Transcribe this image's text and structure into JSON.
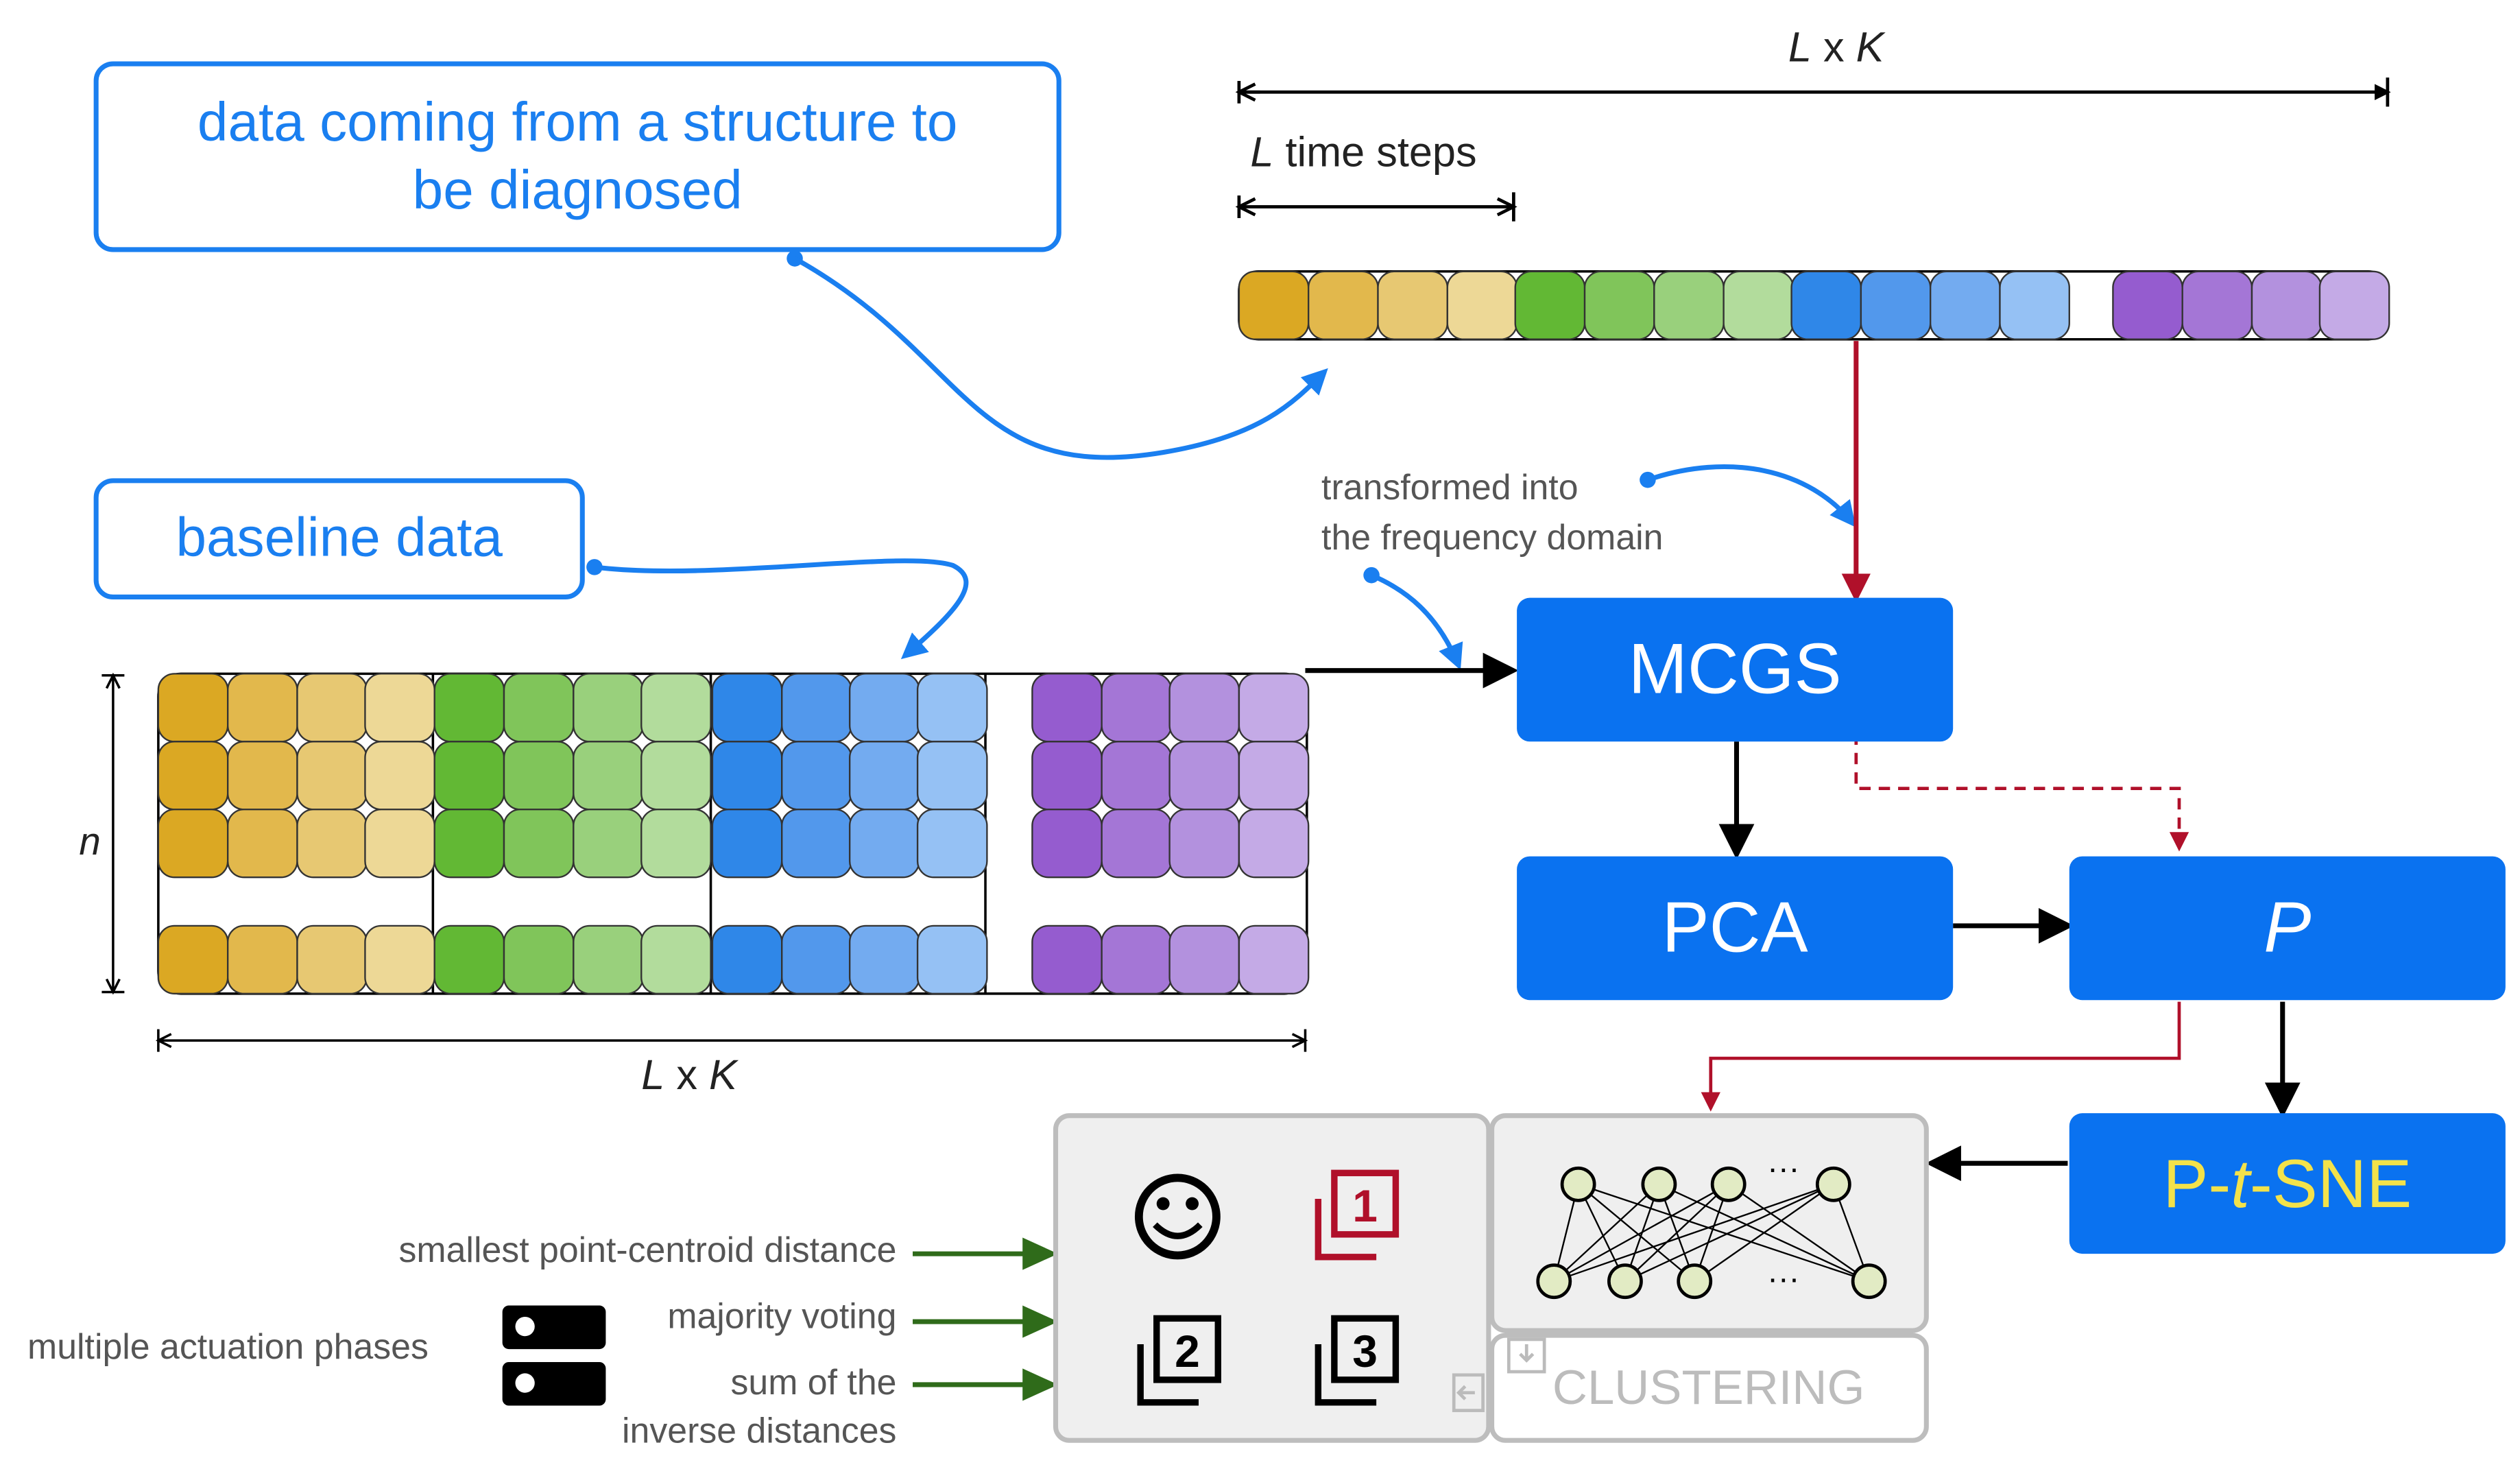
{
  "callouts": {
    "structure_line1": "data coming from a structure to",
    "structure_line2": "be diagnosed",
    "baseline": "baseline data"
  },
  "dimension_labels": {
    "top_total_L": "L",
    "top_total_x": " x ",
    "top_total_K": "K",
    "time_steps_L": "L",
    "time_steps_text": " time steps",
    "bottom_total_L": "L",
    "bottom_total_x": " x ",
    "bottom_total_K": "K",
    "rows": "n"
  },
  "annotations": {
    "transform_line1": "transformed into",
    "transform_line2": "the frequency domain"
  },
  "process_boxes": {
    "mcgs": "MCGS",
    "pca": "PCA",
    "p": "P",
    "ptsne_p": "P-",
    "ptsne_t": "t",
    "ptsne_sne": "-SNE"
  },
  "clustering_label": "CLUSTERING",
  "nn_ellipsis": "···",
  "strategies": {
    "s1": "smallest point-centroid distance",
    "s2": "majority voting",
    "s3_line1": "sum of the",
    "s3_line2": "inverse distances",
    "phases": "multiple actuation phases"
  },
  "strategy_glyphs": {
    "one": "1",
    "two": "2",
    "three": "3"
  },
  "colors": {
    "blue": "#0a72f0",
    "callout": "#1a7ff0",
    "red": "#b0102a",
    "green_arrow": "#2f6b1a",
    "ptsne_text": "#f3e24a",
    "yellow": [
      "#dba823",
      "#e2b84c",
      "#e7c872",
      "#edd896"
    ],
    "green": [
      "#62b834",
      "#80c55a",
      "#99d07c",
      "#b2dc9c"
    ],
    "azure": [
      "#2f87e8",
      "#5298ec",
      "#73abf0",
      "#95c1f4"
    ],
    "purple": [
      "#955ccf",
      "#a476d6",
      "#b391de",
      "#c4aae6"
    ]
  }
}
